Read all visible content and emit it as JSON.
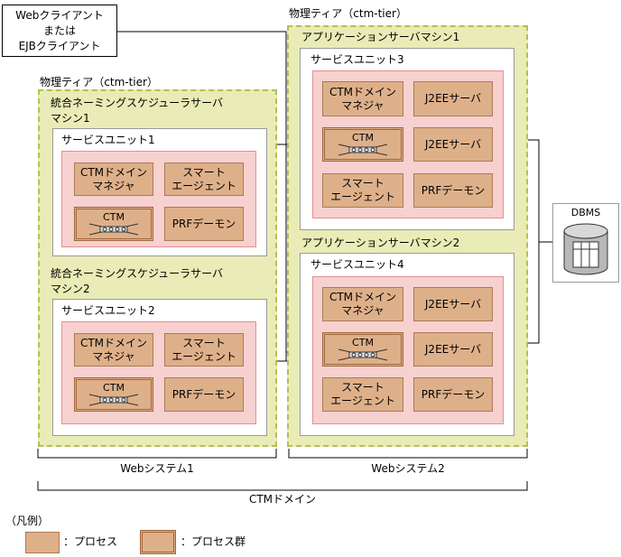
{
  "client": {
    "lines": [
      "Webクライアント",
      "または",
      "EJBクライアント"
    ]
  },
  "left_tier": {
    "label": "物理ティア（ctm-tier）",
    "machines": [
      {
        "name_lines": [
          "統合ネーミングスケジューラサーバ",
          "マシン1"
        ],
        "unit": "サービスユニット1",
        "processes": [
          "CTMドメイン\nマネジャ",
          "スマート\nエージェント",
          "PRFデーモン"
        ],
        "group_label": "CTM"
      },
      {
        "name_lines": [
          "統合ネーミングスケジューラサーバ",
          "マシン2"
        ],
        "unit": "サービスユニット2",
        "processes": [
          "CTMドメイン\nマネジャ",
          "スマート\nエージェント",
          "PRFデーモン"
        ],
        "group_label": "CTM"
      }
    ]
  },
  "right_tier": {
    "label": "物理ティア（ctm-tier）",
    "machines": [
      {
        "name": "アプリケーションサーバマシン1",
        "unit": "サービスユニット3",
        "processes": [
          "CTMドメイン\nマネジャ",
          "J2EEサーバ",
          "J2EEサーバ",
          "スマート\nエージェント",
          "PRFデーモン"
        ],
        "group_label": "CTM"
      },
      {
        "name": "アプリケーションサーバマシン2",
        "unit": "サービスユニット4",
        "processes": [
          "CTMドメイン\nマネジャ",
          "J2EEサーバ",
          "J2EEサーバ",
          "スマート\nエージェント",
          "PRFデーモン"
        ],
        "group_label": "CTM"
      }
    ]
  },
  "dbms": {
    "label": "DBMS"
  },
  "brackets": {
    "web1": "Webシステム1",
    "web2": "Webシステム2",
    "ctm_domain": "CTMドメイン"
  },
  "legend": {
    "title": "（凡例）",
    "process": "：プロセス",
    "group": "：プロセス群"
  },
  "colors": {
    "tier_fill": "#e9ecb6",
    "tier_border": "#b5bf55",
    "unit_fill": "#f7d0d0",
    "unit_border": "#e58f8f",
    "process_fill": "#deb08a"
  }
}
